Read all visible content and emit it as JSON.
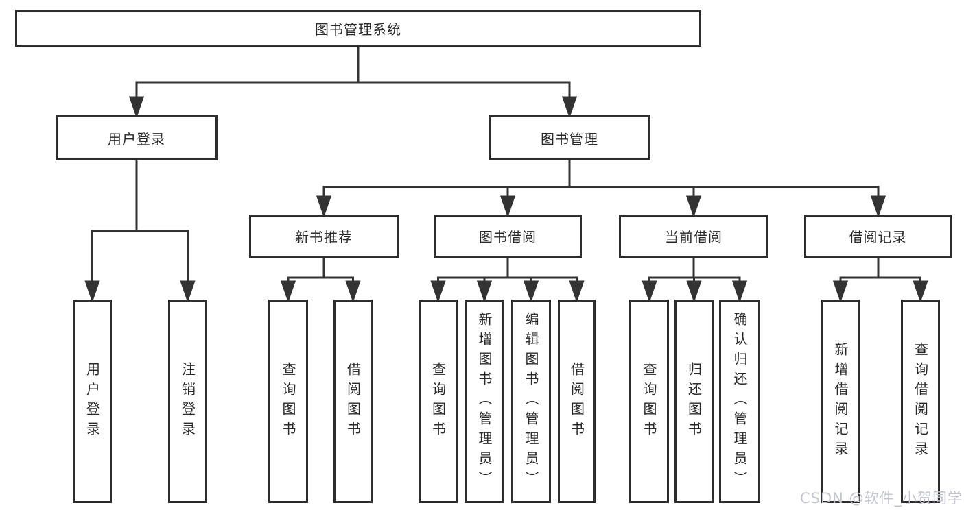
{
  "nodes": {
    "root": {
      "label": "图书管理系统"
    },
    "level2": [
      {
        "label": "用户登录"
      },
      {
        "label": "图书管理"
      }
    ],
    "level3": [
      {
        "label": "新书推荐"
      },
      {
        "label": "图书借阅"
      },
      {
        "label": "当前借阅"
      },
      {
        "label": "借阅记录"
      }
    ],
    "leaves_login": [
      {
        "label": "用户登录"
      },
      {
        "label": "注销登录"
      }
    ],
    "leaves_recommend": [
      {
        "label": "查询图书"
      },
      {
        "label": "借阅图书"
      }
    ],
    "leaves_borrow": [
      {
        "label": "查询图书"
      },
      {
        "label": "新增图书（管理员）"
      },
      {
        "label": "编辑图书（管理员）"
      },
      {
        "label": "借阅图书"
      }
    ],
    "leaves_current": [
      {
        "label": "查询图书"
      },
      {
        "label": "归还图书"
      },
      {
        "label": "确认归还（管理员）"
      }
    ],
    "leaves_records": [
      {
        "label": "新增借阅记录"
      },
      {
        "label": "查询借阅记录"
      }
    ]
  },
  "watermark": {
    "text": "CSDN @软件_小贺同学",
    "color": "#c2c4ce"
  },
  "colors": {
    "line": "#333333",
    "box_border": "#2d2d2d",
    "text": "#2b2b2b",
    "background": "#ffffff"
  }
}
